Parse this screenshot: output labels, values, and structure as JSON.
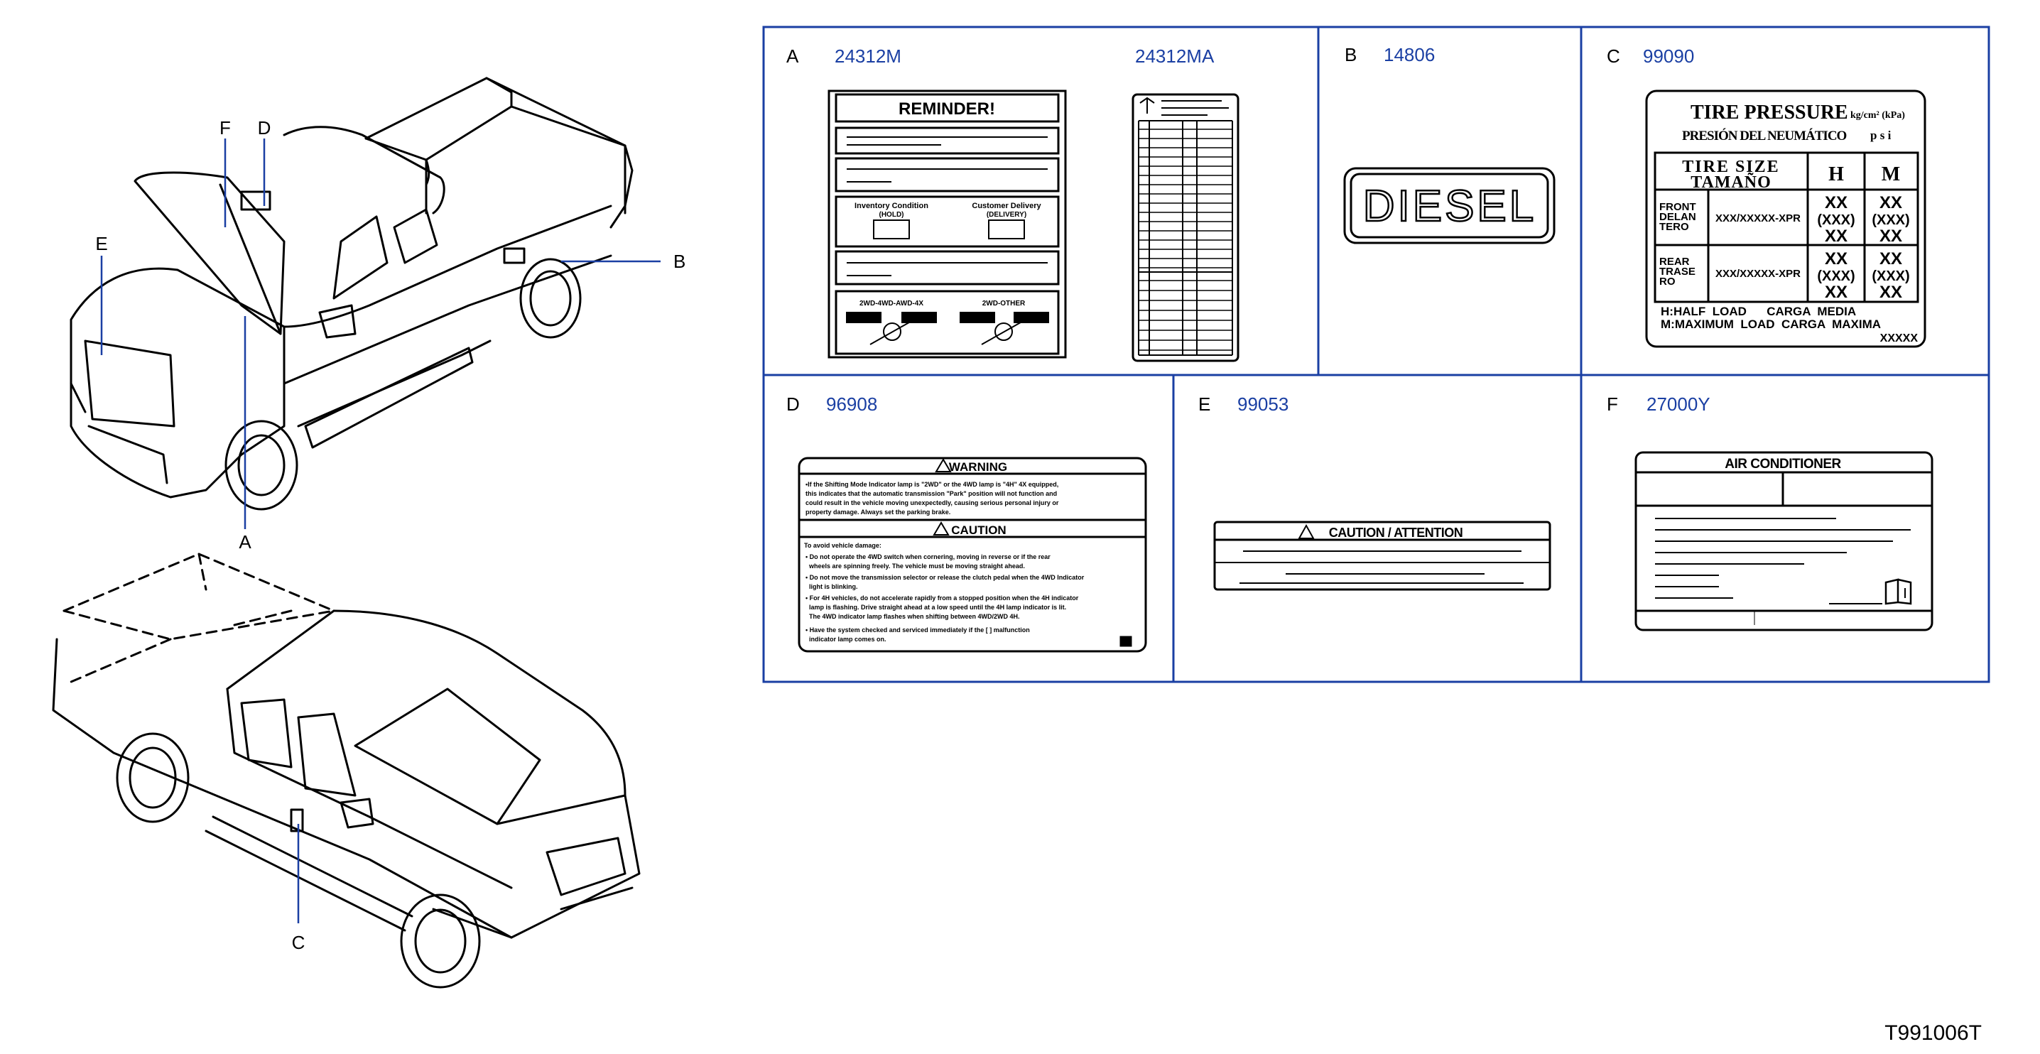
{
  "diagram_id": "T991006T",
  "colors": {
    "frame": "#1a3fa3",
    "part_number": "#1a3fa3",
    "line": "#000000"
  },
  "callouts": {
    "a": "A",
    "b": "B",
    "c": "C",
    "d": "D",
    "e": "E",
    "f": "F"
  },
  "panels": {
    "a": {
      "letter": "A",
      "part1": "24312M",
      "part2": "24312MA",
      "label1": {
        "title": "REMINDER!",
        "box3_left": "Inventory Condition",
        "box3_left_sub": "(HOLD)",
        "box3_right": "Customer Delivery",
        "box3_right_sub": "(DELIVERY)",
        "box5_left": "2WD-4WD-AWD-4X",
        "box5_right": "2WD-OTHER"
      }
    },
    "b": {
      "letter": "B",
      "part": "14806",
      "label_text": "DIESEL"
    },
    "c": {
      "letter": "C",
      "part": "99090",
      "title": "TIRE PRESSURE",
      "subtitle": "PRESIÓN DEL NEUMÁTICO",
      "unit1": "kg/cm² (kPa)",
      "unit2": "p s i",
      "col_size": "TIRE SIZE",
      "col_size2": "TAMAÑO",
      "col_h": "H",
      "col_m": "M",
      "rows": [
        {
          "name1": "FRONT",
          "name2": "DELAN",
          "name3": "TERO",
          "size": "XXX/XXXXX-XPR",
          "h": [
            "XX",
            "(XXX)",
            "XX"
          ],
          "m": [
            "XX",
            "(XXX)",
            "XX"
          ]
        },
        {
          "name1": "REAR",
          "name2": "TRASE",
          "name3": "RO",
          "size": "XXX/XXXXX-XPR",
          "h": [
            "XX",
            "(XXX)",
            "XX"
          ],
          "m": [
            "XX",
            "(XXX)",
            "XX"
          ]
        }
      ],
      "legend1": "H:HALF  LOAD      CARGA  MEDIA",
      "legend2": "M:MAXIMUM  LOAD  CARGA  MAXIMA",
      "code": "XXXXX"
    },
    "d": {
      "letter": "D",
      "part": "96908",
      "warning": "WARNING",
      "caution": "CAUTION",
      "warning_lines": [
        "•If the Shifting Mode Indicator lamp is \"2WD\" or the 4WD lamp is \"4H\" 4X equipped,",
        "this indicates that the automatic transmission \"Park\" position will not function and",
        "could result in the vehicle moving unexpectedly, causing serious personal injury or",
        "property damage. Always set the parking brake."
      ],
      "caution_intro": "To avoid vehicle damage:",
      "caution_lines": [
        "• Do not operate the 4WD switch when cornering, moving in reverse or if the rear",
        "  wheels are spinning freely. The vehicle must be moving straight ahead.",
        "• Do not move the transmission selector or release the clutch pedal when the 4WD Indicator",
        "  light is blinking.",
        "• For 4H vehicles, do not accelerate rapidly from a stopped position when the 4H indicator",
        "  lamp is flashing. Drive straight ahead at a low speed until the 4H lamp indicator is lit.",
        "  The 4WD indicator lamp flashes when shifting between 4WD/2WD 4H.",
        "• Have the system checked and serviced immediately if the [ ] malfunction",
        "  indicator lamp comes on."
      ]
    },
    "e": {
      "letter": "E",
      "part": "99053",
      "header": "CAUTION / ATTENTION"
    },
    "f": {
      "letter": "F",
      "part": "27000Y",
      "header": "AIR CONDITIONER"
    }
  }
}
